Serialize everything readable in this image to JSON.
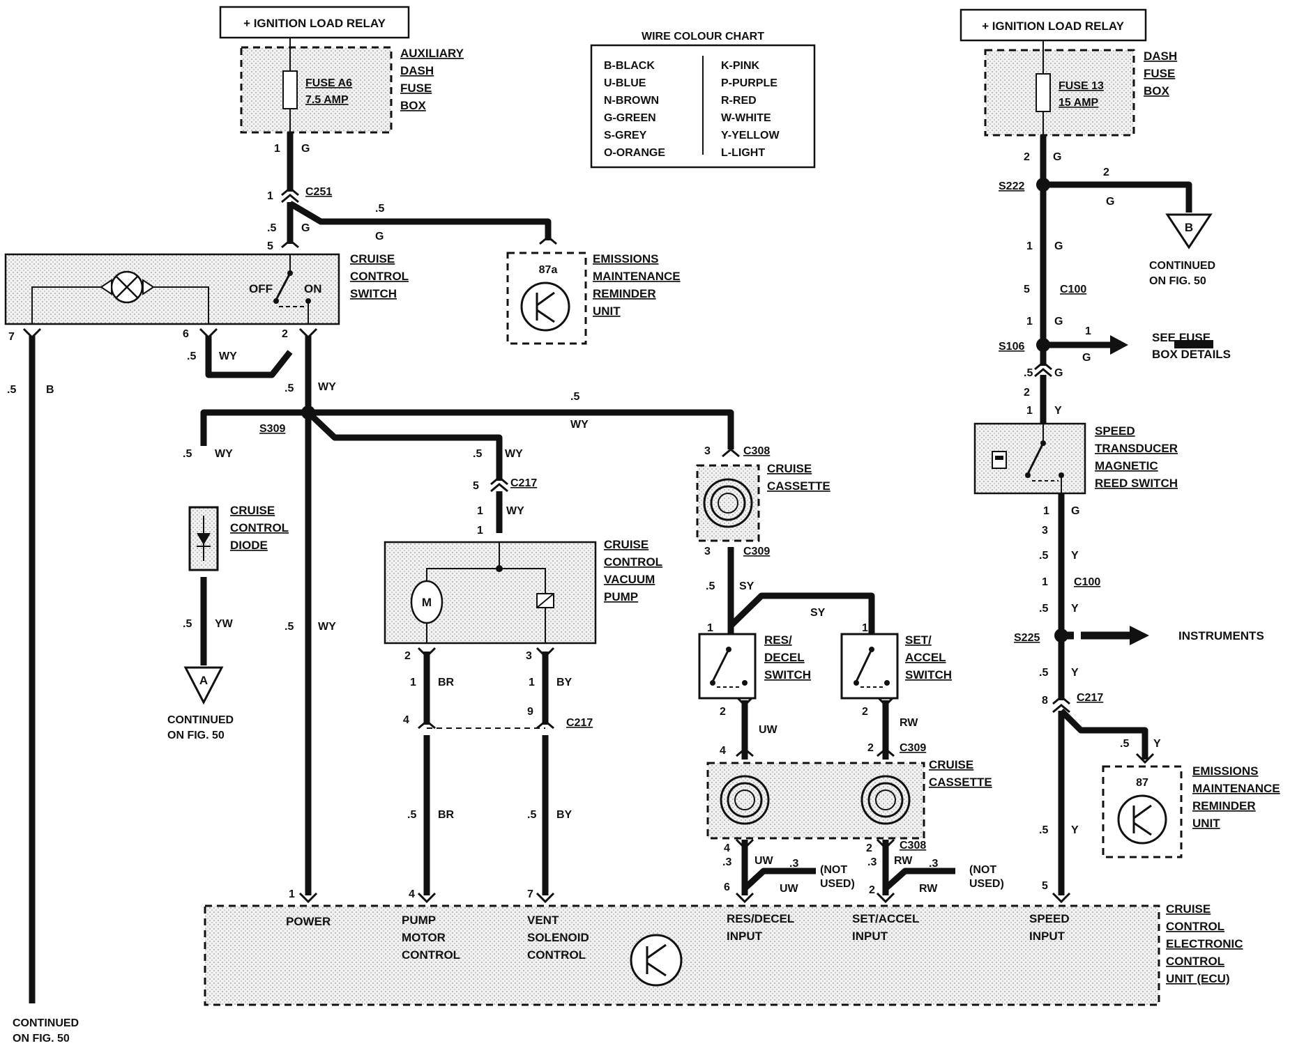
{
  "relays": {
    "left": "+ IGNITION LOAD RELAY",
    "right": "+ IGNITION LOAD RELAY"
  },
  "colour_chart": {
    "title": "WIRE COLOUR CHART",
    "left": [
      "B-BLACK",
      "U-BLUE",
      "N-BROWN",
      "G-GREEN",
      "S-GREY",
      "O-ORANGE"
    ],
    "right": [
      "K-PINK",
      "P-PURPLE",
      "R-RED",
      "W-WHITE",
      "Y-YELLOW",
      "L-LIGHT"
    ]
  },
  "components": {
    "aux_fuse_box": [
      "AUXILIARY",
      "DASH",
      "FUSE",
      "BOX"
    ],
    "fuse_a6": [
      "FUSE A6",
      "7.5 AMP"
    ],
    "dash_fuse_box": [
      "DASH",
      "FUSE",
      "BOX"
    ],
    "fuse_13": [
      "FUSE 13",
      "15 AMP"
    ],
    "cruise_switch": [
      "CRUISE",
      "CONTROL",
      "SWITCH"
    ],
    "switch_off": "OFF",
    "switch_on": "ON",
    "emr_left": [
      "EMISSIONS",
      "MAINTENANCE",
      "REMINDER",
      "UNIT"
    ],
    "emr_left_pin": "87a",
    "emr_right": [
      "EMISSIONS",
      "MAINTENANCE",
      "REMINDER",
      "UNIT"
    ],
    "emr_right_pin": "87",
    "diode": [
      "CRUISE",
      "CONTROL",
      "DIODE"
    ],
    "vacuum_pump": [
      "CRUISE",
      "CONTROL",
      "VACUUM",
      "PUMP"
    ],
    "motor": "M",
    "cassette_top": [
      "CRUISE",
      "CASSETTE"
    ],
    "cassette_bottom": [
      "CRUISE",
      "CASSETTE"
    ],
    "res_decel": [
      "RES/",
      "DECEL",
      "SWITCH"
    ],
    "set_accel": [
      "SET/",
      "ACCEL",
      "SWITCH"
    ],
    "speed_transducer": [
      "SPEED",
      "TRANSDUCER",
      "MAGNETIC",
      "REED SWITCH"
    ],
    "ecu": [
      "CRUISE",
      "CONTROL",
      "ELECTRONIC",
      "CONTROL",
      "UNIT (ECU)"
    ],
    "ecu_inputs": {
      "power": [
        "POWER"
      ],
      "pump": [
        "PUMP",
        "MOTOR",
        "CONTROL"
      ],
      "vent": [
        "VENT",
        "SOLENOID",
        "CONTROL"
      ],
      "res": [
        "RES/DECEL",
        "INPUT"
      ],
      "set": [
        "SET/ACCEL",
        "INPUT"
      ],
      "speed": [
        "SPEED",
        "INPUT"
      ]
    }
  },
  "refs": {
    "continued_a": [
      "CONTINUED",
      "ON FIG. 50"
    ],
    "continued_b": [
      "CONTINUED",
      "ON FIG. 50"
    ],
    "continued_bottom": [
      "CONTINUED",
      "ON FIG. 50"
    ],
    "marker_a": "A",
    "marker_b": "B",
    "see_fuse": [
      "SEE FUSE",
      "BOX DETAILS"
    ],
    "instruments": "INSTRUMENTS",
    "not_used_1": [
      "(NOT",
      "USED)"
    ],
    "not_used_2": [
      "(NOT",
      "USED)"
    ]
  },
  "connectors": {
    "c251": "C251",
    "s309": "S309",
    "c217_top": "C217",
    "c308_top": "C308",
    "c309_top": "C309",
    "c217_mid": "C217",
    "c309_bot": "C309",
    "c308_bot": "C308",
    "s222": "S222",
    "c100_a": "C100",
    "s106": "S106",
    "c100_b": "C100",
    "s225": "S225",
    "c217_right": "C217"
  },
  "wire_labels": [
    {
      "id": "w1",
      "text": "1"
    },
    {
      "id": "w2",
      "text": "G"
    },
    {
      "id": "w3",
      "text": "1"
    },
    {
      "id": "w4",
      "text": ".5"
    },
    {
      "id": "w5",
      "text": "G"
    },
    {
      "id": "w6",
      "text": "5"
    },
    {
      "id": "w7",
      "text": ".5"
    },
    {
      "id": "w8",
      "text": "G"
    },
    {
      "id": "w9",
      "text": "7"
    },
    {
      "id": "w10",
      "text": "6"
    },
    {
      "id": "w11",
      "text": "2"
    },
    {
      "id": "w12",
      "text": ".5"
    },
    {
      "id": "w13",
      "text": "WY"
    },
    {
      "id": "w14",
      "text": ".5"
    },
    {
      "id": "w15",
      "text": "B"
    },
    {
      "id": "w16",
      "text": ".5"
    },
    {
      "id": "w17",
      "text": "WY"
    },
    {
      "id": "w18",
      "text": ".5"
    },
    {
      "id": "w19",
      "text": "WY"
    },
    {
      "id": "w20",
      "text": ".5"
    },
    {
      "id": "w21",
      "text": "WY"
    },
    {
      "id": "w22",
      "text": ".5"
    },
    {
      "id": "w23",
      "text": "WY"
    },
    {
      "id": "w24",
      "text": "5"
    },
    {
      "id": "w25",
      "text": "1"
    },
    {
      "id": "w26",
      "text": "WY"
    },
    {
      "id": "w27",
      "text": "1"
    },
    {
      "id": "w28",
      "text": ".5"
    },
    {
      "id": "w29",
      "text": "YW"
    },
    {
      "id": "w30",
      "text": ".5"
    },
    {
      "id": "w31",
      "text": "WY"
    },
    {
      "id": "w32",
      "text": "2"
    },
    {
      "id": "w33",
      "text": "3"
    },
    {
      "id": "w34",
      "text": "1"
    },
    {
      "id": "w35",
      "text": "BR"
    },
    {
      "id": "w36",
      "text": "1"
    },
    {
      "id": "w37",
      "text": "BY"
    },
    {
      "id": "w38",
      "text": "4"
    },
    {
      "id": "w39",
      "text": "9"
    },
    {
      "id": "w40",
      "text": ".5"
    },
    {
      "id": "w41",
      "text": "BR"
    },
    {
      "id": "w42",
      "text": ".5"
    },
    {
      "id": "w43",
      "text": "BY"
    },
    {
      "id": "w44",
      "text": "1"
    },
    {
      "id": "w45",
      "text": "4"
    },
    {
      "id": "w46",
      "text": "7"
    },
    {
      "id": "w47",
      "text": "3"
    },
    {
      "id": "w48",
      "text": "3"
    },
    {
      "id": "w49",
      "text": ".5"
    },
    {
      "id": "w50",
      "text": "SY"
    },
    {
      "id": "w51",
      "text": "SY"
    },
    {
      "id": "w52",
      "text": "1"
    },
    {
      "id": "w53",
      "text": "1"
    },
    {
      "id": "w54",
      "text": "2"
    },
    {
      "id": "w55",
      "text": "UW"
    },
    {
      "id": "w56",
      "text": "2"
    },
    {
      "id": "w57",
      "text": "RW"
    },
    {
      "id": "w58",
      "text": "4"
    },
    {
      "id": "w59",
      "text": "2"
    },
    {
      "id": "w60",
      "text": "4"
    },
    {
      "id": "w61",
      "text": ".3"
    },
    {
      "id": "w62",
      "text": "UW"
    },
    {
      "id": "w63",
      "text": ".3"
    },
    {
      "id": "w64",
      "text": "UW"
    },
    {
      "id": "w65",
      "text": "6"
    },
    {
      "id": "w66",
      "text": "2"
    },
    {
      "id": "w67",
      "text": ".3"
    },
    {
      "id": "w68",
      "text": "RW"
    },
    {
      "id": "w69",
      "text": ".3"
    },
    {
      "id": "w70",
      "text": "RW"
    },
    {
      "id": "w71",
      "text": "2"
    },
    {
      "id": "w72",
      "text": "2"
    },
    {
      "id": "w73",
      "text": "G"
    },
    {
      "id": "w74",
      "text": "2"
    },
    {
      "id": "w75",
      "text": "G"
    },
    {
      "id": "w76",
      "text": "1"
    },
    {
      "id": "w77",
      "text": "G"
    },
    {
      "id": "w78",
      "text": "5"
    },
    {
      "id": "w79",
      "text": "1"
    },
    {
      "id": "w80",
      "text": "G"
    },
    {
      "id": "w81",
      "text": "1"
    },
    {
      "id": "w82",
      "text": "G"
    },
    {
      "id": "w83",
      "text": ".5"
    },
    {
      "id": "w84",
      "text": "G"
    },
    {
      "id": "w85",
      "text": "2"
    },
    {
      "id": "w86",
      "text": "1"
    },
    {
      "id": "w87",
      "text": "Y"
    },
    {
      "id": "w88",
      "text": "1"
    },
    {
      "id": "w89",
      "text": "G"
    },
    {
      "id": "w90",
      "text": "3"
    },
    {
      "id": "w91",
      "text": ".5"
    },
    {
      "id": "w92",
      "text": "Y"
    },
    {
      "id": "w93",
      "text": "1"
    },
    {
      "id": "w94",
      "text": ".5"
    },
    {
      "id": "w95",
      "text": "Y"
    },
    {
      "id": "w96",
      "text": ".5"
    },
    {
      "id": "w97",
      "text": "Y"
    },
    {
      "id": "w98",
      "text": "8"
    },
    {
      "id": "w99",
      "text": ".5"
    },
    {
      "id": "w100",
      "text": "Y"
    },
    {
      "id": "w101",
      "text": ".5"
    },
    {
      "id": "w102",
      "text": "Y"
    },
    {
      "id": "w103",
      "text": "5"
    }
  ]
}
